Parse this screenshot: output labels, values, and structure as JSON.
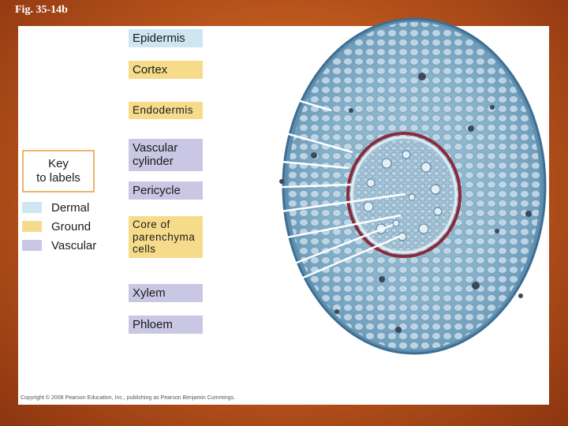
{
  "title": "Fig. 35-14b",
  "labels": {
    "epidermis": "Epidermis",
    "cortex": "Cortex",
    "endodermis": "Endodermis",
    "vascular_cylinder": "Vascular cylinder",
    "pericycle": "Pericycle",
    "core": "Core of parenchyma cells",
    "xylem": "Xylem",
    "phloem": "Phloem"
  },
  "key": {
    "heading": "Key\nto labels",
    "items": [
      {
        "label": "Dermal",
        "color": "#cde6f2"
      },
      {
        "label": "Ground",
        "color": "#f6dc8a"
      },
      {
        "label": "Vascular",
        "color": "#c9c7e3"
      }
    ]
  },
  "credit": "Copyright © 2008 Pearson Education, Inc., publishing as Pearson Benjamin Cummings."
}
